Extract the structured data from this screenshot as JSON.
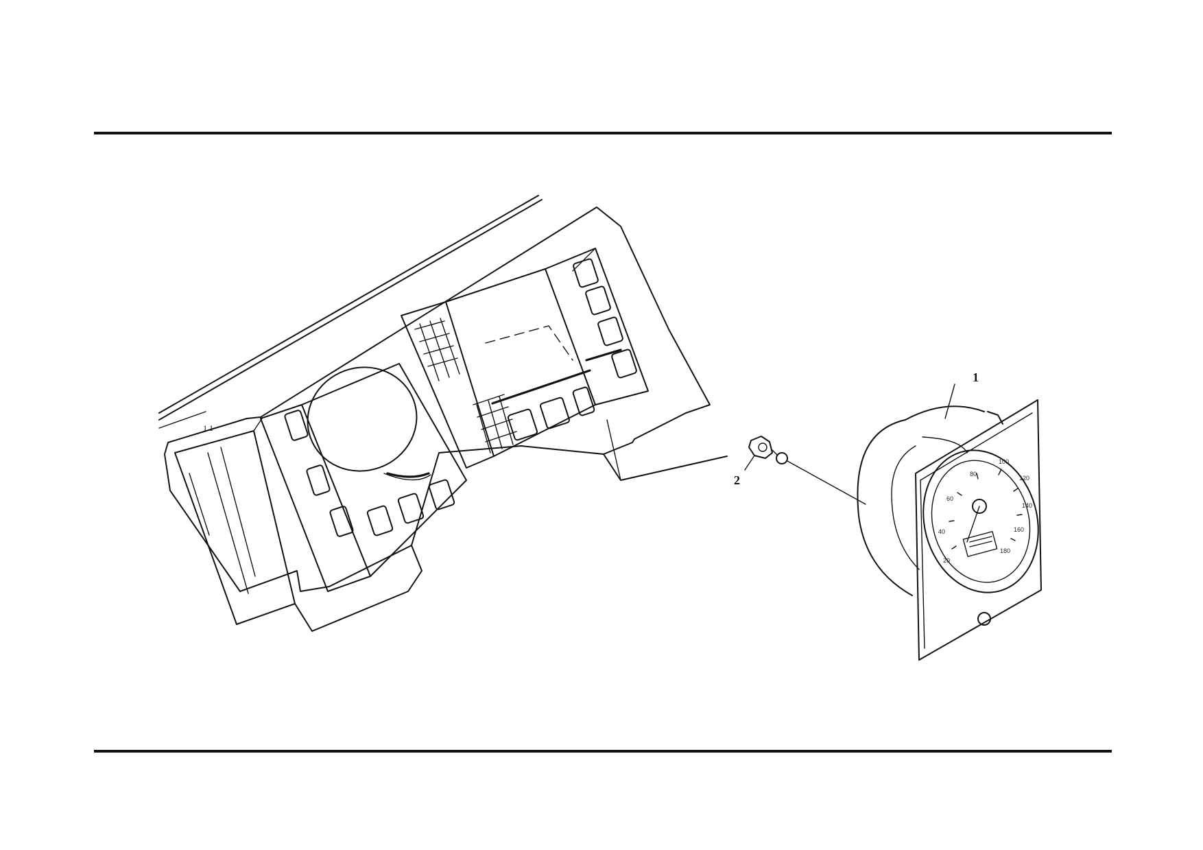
{
  "callouts": [
    {
      "id": "1",
      "label": "1"
    },
    {
      "id": "2",
      "label": "2"
    }
  ],
  "gauge": {
    "tick_labels": [
      "20",
      "40",
      "60",
      "80",
      "100",
      "120",
      "140",
      "160",
      "180"
    ]
  }
}
